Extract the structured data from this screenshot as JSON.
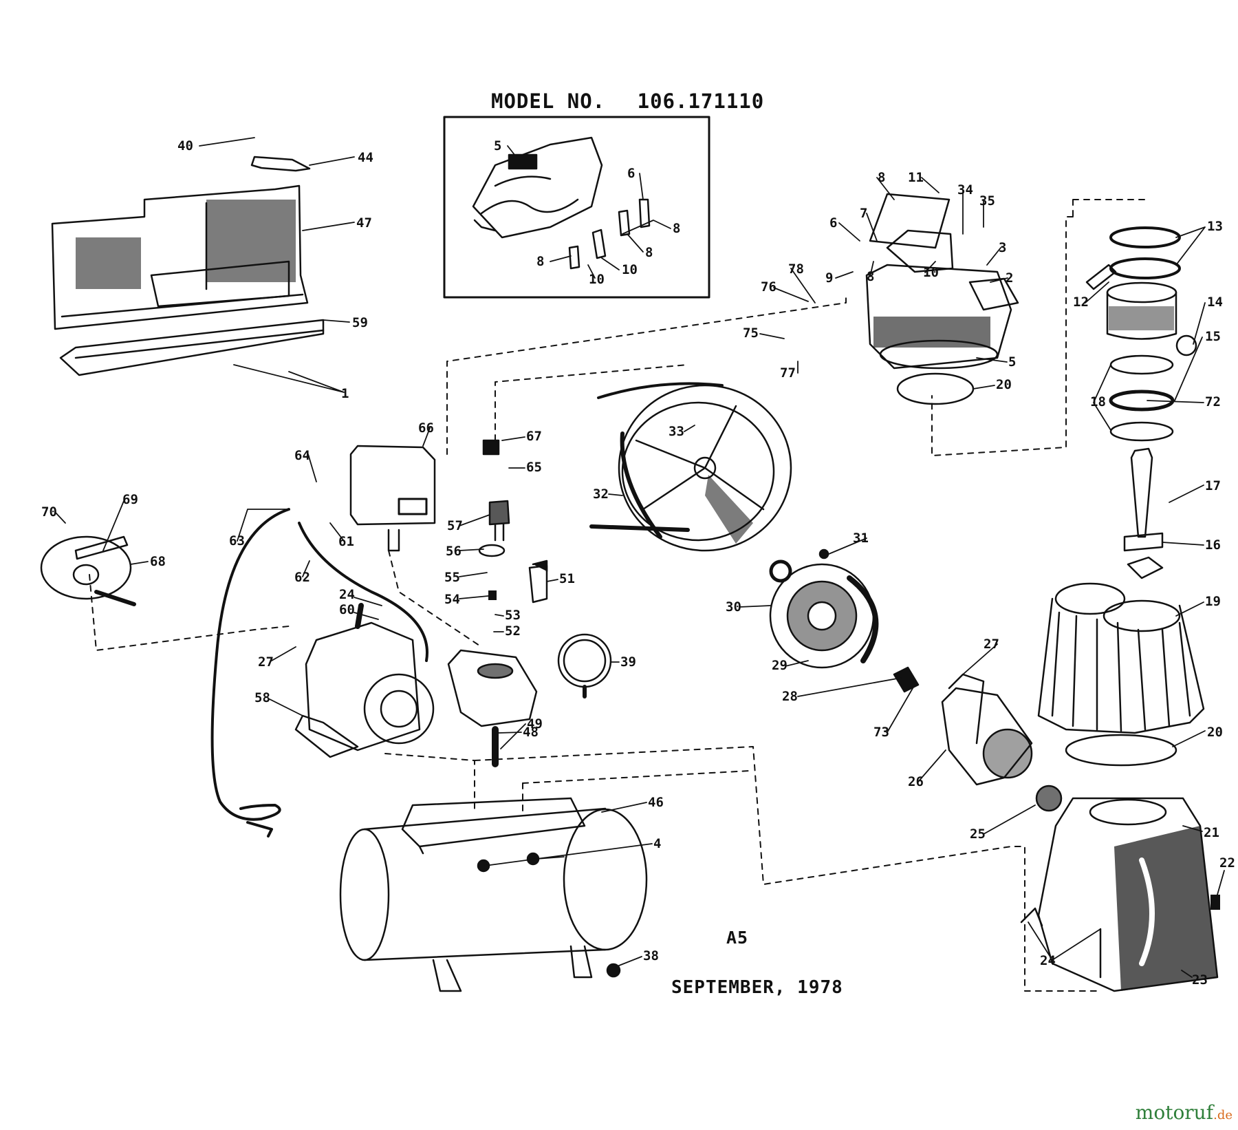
{
  "header": {
    "model_label": "MODEL NO.",
    "model_number": "106.171110"
  },
  "footer": {
    "page_code": "A5",
    "date": "SEPTEMBER, 1978"
  },
  "watermark": {
    "name": "motoruf",
    "suffix": ".de",
    "color_main": "#2f7f3a",
    "color_suffix": "#d96a1c"
  },
  "callouts": [
    "40",
    "44",
    "47",
    "59",
    "1",
    "5",
    "6",
    "8",
    "8",
    "8",
    "10",
    "10",
    "8",
    "11",
    "34",
    "35",
    "6",
    "7",
    "8",
    "9",
    "10",
    "2",
    "3",
    "78",
    "76",
    "75",
    "77",
    "5",
    "20",
    "13",
    "12",
    "14",
    "15",
    "18",
    "72",
    "17",
    "16",
    "19",
    "20",
    "21",
    "22",
    "24",
    "23",
    "27",
    "26",
    "25",
    "73",
    "28",
    "29",
    "30",
    "31",
    "33",
    "32",
    "66",
    "64",
    "61",
    "63",
    "62",
    "67",
    "65",
    "57",
    "56",
    "55",
    "54",
    "51",
    "53",
    "52",
    "49",
    "39",
    "24",
    "60",
    "27",
    "58",
    "48",
    "46",
    "4",
    "38",
    "70",
    "69",
    "68"
  ]
}
